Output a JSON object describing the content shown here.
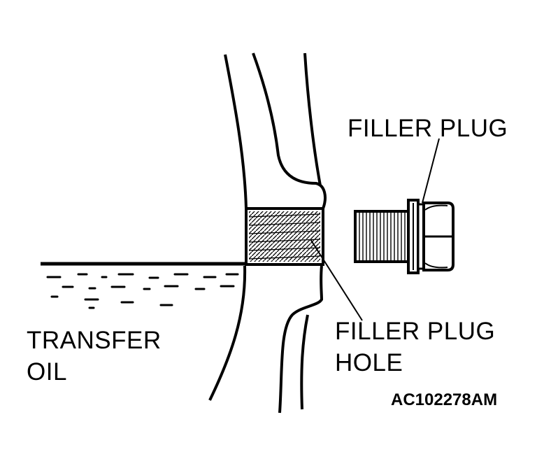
{
  "labels": {
    "filler_plug": "FILLER PLUG",
    "filler_plug_hole_line1": "FILLER PLUG",
    "filler_plug_hole_line2": "HOLE",
    "transfer_oil_line1": "TRANSFER",
    "transfer_oil_line2": "OIL",
    "figure_code": "AC102278AM"
  },
  "colors": {
    "ink": "#000000",
    "paper": "#ffffff"
  }
}
